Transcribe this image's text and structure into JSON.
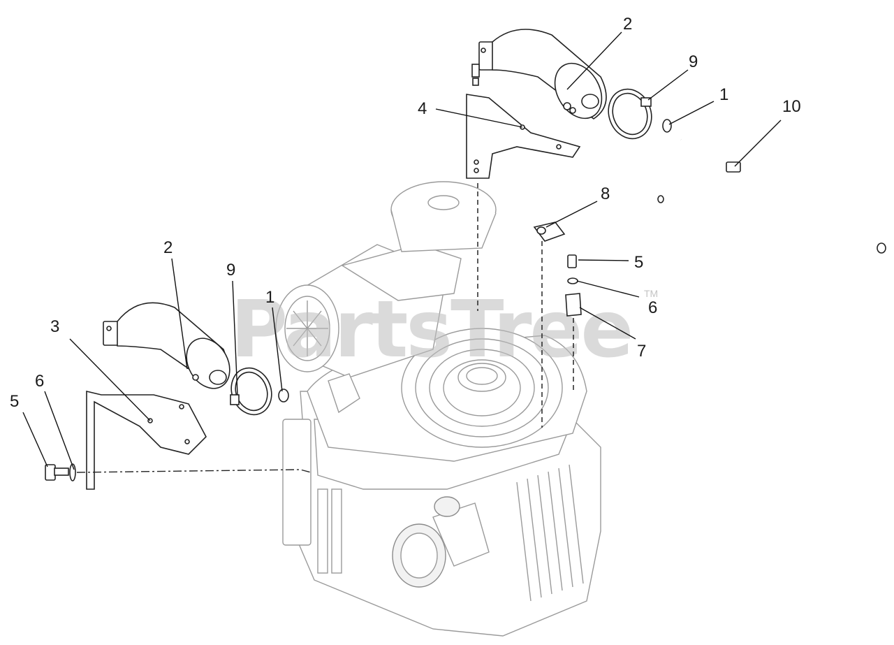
{
  "watermark": {
    "text": "PartsTree",
    "trademark": "TM"
  },
  "callouts": [
    {
      "id": "c-2-top",
      "label": "2"
    },
    {
      "id": "c-9-top",
      "label": "9"
    },
    {
      "id": "c-1-top",
      "label": "1"
    },
    {
      "id": "c-10",
      "label": "10"
    },
    {
      "id": "c-4",
      "label": "4"
    },
    {
      "id": "c-8",
      "label": "8"
    },
    {
      "id": "c-5-right",
      "label": "5"
    },
    {
      "id": "c-6-right",
      "label": "6"
    },
    {
      "id": "c-7",
      "label": "7"
    },
    {
      "id": "c-2-left",
      "label": "2"
    },
    {
      "id": "c-9-left",
      "label": "9"
    },
    {
      "id": "c-1-left",
      "label": "1"
    },
    {
      "id": "c-3",
      "label": "3"
    },
    {
      "id": "c-6-left",
      "label": "6"
    },
    {
      "id": "c-5-left",
      "label": "5"
    }
  ]
}
